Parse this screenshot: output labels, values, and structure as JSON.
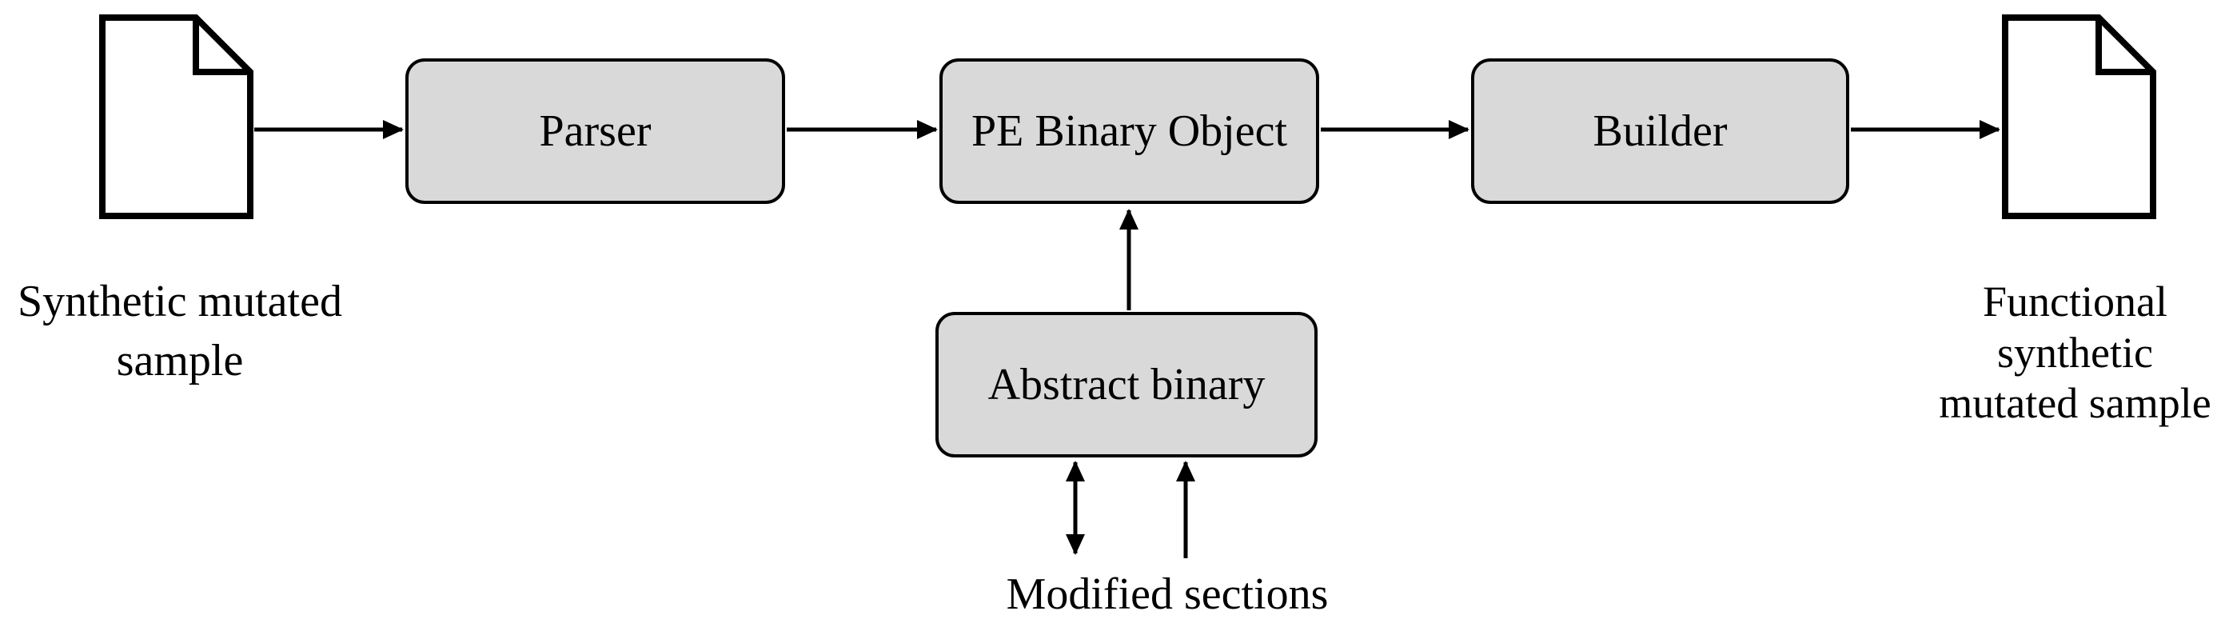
{
  "figure": {
    "type": "flow-diagram",
    "background": "#ffffff",
    "box_fill_color": "#d9d9d9",
    "line_color": "#000000",
    "nodes": [
      {
        "id": "parser",
        "label": "Parser"
      },
      {
        "id": "pe-binary-object",
        "label": "PE Binary Object"
      },
      {
        "id": "builder",
        "label": "Builder"
      },
      {
        "id": "abstract-binary",
        "label": "Abstract binary"
      }
    ],
    "captions": {
      "input": "Synthetic mutated\nsample",
      "output": "Functional\nsynthetic\nmutated sample",
      "modified": "Modified sections"
    },
    "icons": {
      "input": "document-icon",
      "output": "document-icon"
    },
    "edges": [
      {
        "from": "input-document",
        "to": "parser",
        "direction": "right"
      },
      {
        "from": "parser",
        "to": "pe-binary-object",
        "direction": "right"
      },
      {
        "from": "pe-binary-object",
        "to": "builder",
        "direction": "right"
      },
      {
        "from": "builder",
        "to": "output-document",
        "direction": "right"
      },
      {
        "from": "abstract-binary",
        "to": "pe-binary-object",
        "direction": "up"
      },
      {
        "from": "abstract-binary",
        "to": "modified-sections",
        "direction": "both"
      },
      {
        "from": "modified-sections",
        "to": "abstract-binary",
        "direction": "up"
      }
    ]
  }
}
